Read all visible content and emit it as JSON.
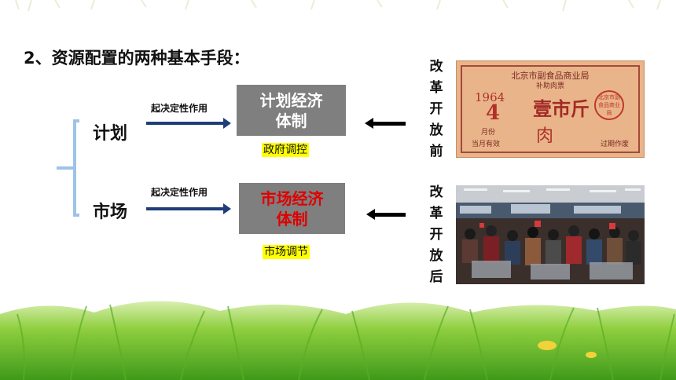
{
  "heading": "2、资源配置的两种基本手段：",
  "plan": {
    "label": "计划",
    "arrow_label": "起决定性作用",
    "system_line1": "计划经济",
    "system_line2": "体制",
    "system_color": "#ffffff",
    "note": "政府调控"
  },
  "market": {
    "label": "市场",
    "arrow_label": "起决定性作用",
    "system_line1": "市场经济",
    "system_line2": "体制",
    "system_color": "#e00000",
    "note": "市场调节"
  },
  "before_reform": "改革开放前",
  "after_reform": "改革开放后",
  "ticket": {
    "header": "北京市副食品商业局",
    "subheader": "补助肉票",
    "year": "1964",
    "number": "4",
    "amount": "壹市斤",
    "item": "肉",
    "month": "月份",
    "footer_left": "当月有效",
    "footer_right": "过期作废",
    "stamp": "北京市副食品商业局"
  },
  "colors": {
    "bracket": "#9dc3e6",
    "arrow": "#1f3d7a",
    "box": "#7f7f7f",
    "note_bg": "#ffff00"
  }
}
